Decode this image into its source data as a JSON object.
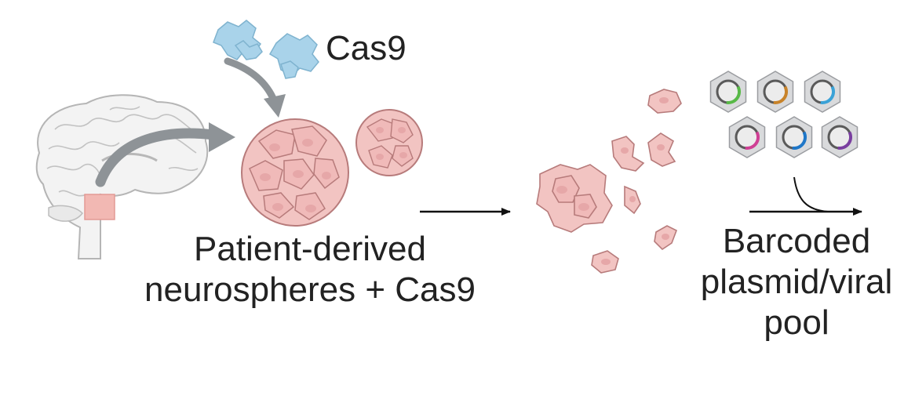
{
  "labels": {
    "cas9": "Cas9",
    "neurospheres_line1": "Patient-derived",
    "neurospheres_line2": "neurospheres + Cas9",
    "pool_line1": "Barcoded",
    "pool_line2": "plasmid/viral",
    "pool_line3": "pool"
  },
  "colors": {
    "cell_fill": "#f2c4c2",
    "cell_edge": "#b77b7b",
    "nucleus": "#e6a7a8",
    "protein": "#a9d3ea",
    "brain_fill": "#f2f2f2",
    "brain_line": "#b5b5b5",
    "arrow_gray": "#8e9397",
    "arrow_black": "#111111",
    "plasmid_colors": [
      "#58b947",
      "#c8832a",
      "#3aa2d7",
      "#cf3f94",
      "#1f77c8",
      "#7a3fa0"
    ]
  },
  "icons": [
    "brain-icon",
    "cas9-protein-icon",
    "neurosphere-icon",
    "dissociated-cell-icon",
    "plasmid-icon"
  ]
}
